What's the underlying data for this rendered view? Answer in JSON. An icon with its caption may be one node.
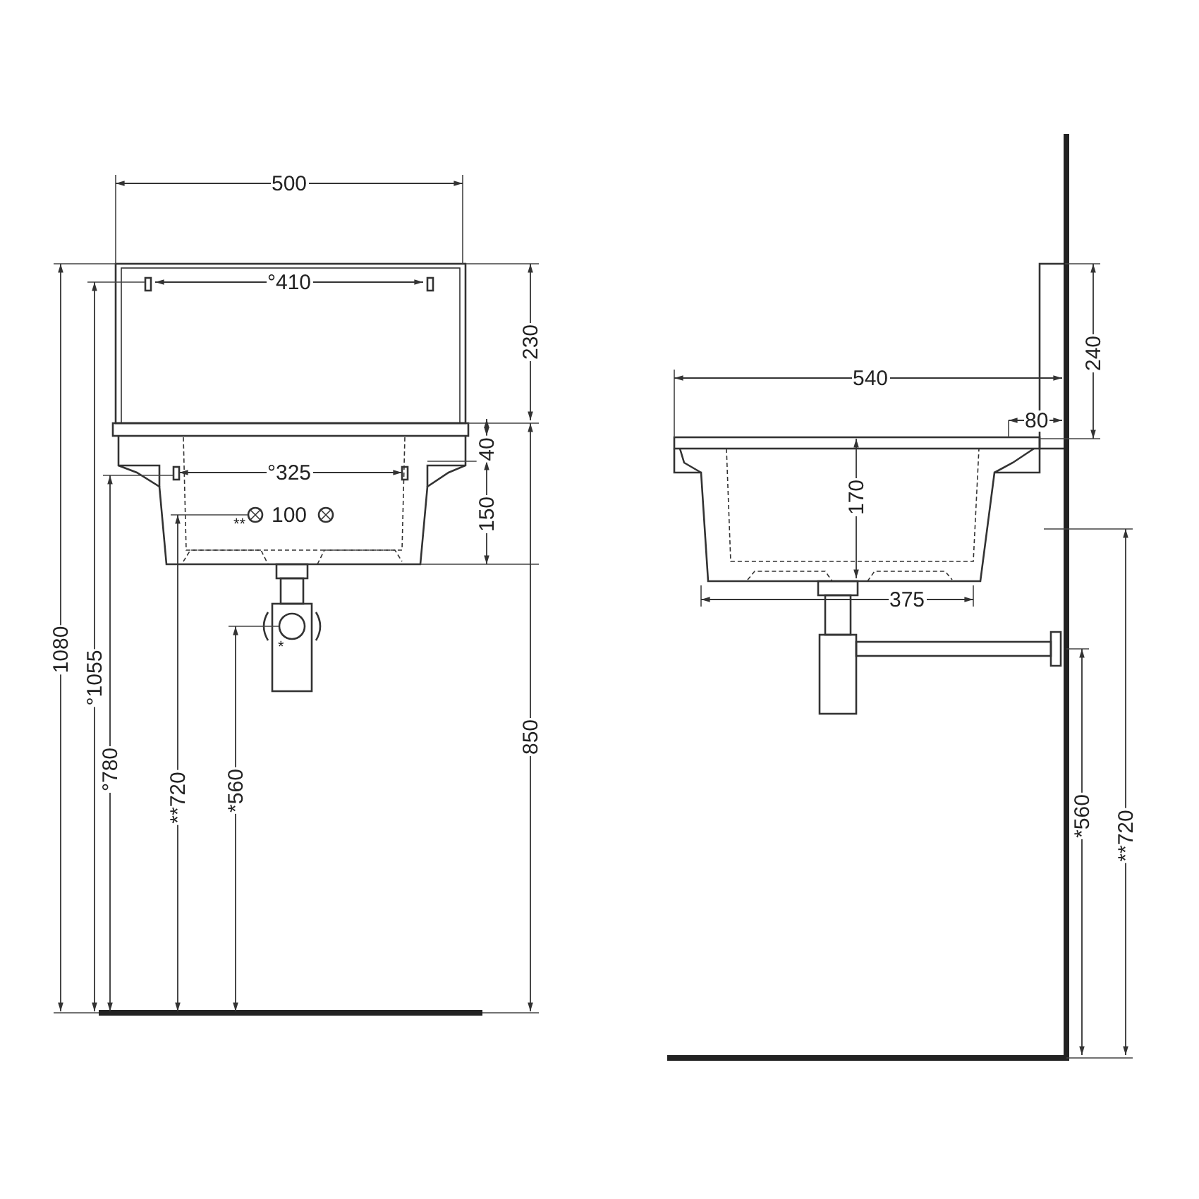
{
  "diagram": {
    "labels": [
      "500",
      "°410",
      "230",
      "40",
      "°325",
      "150",
      "**",
      "100",
      "*",
      "1080",
      "°1055",
      "°780",
      "**720",
      "*560",
      "850",
      "540",
      "240",
      "80",
      "170",
      "375",
      "*560",
      "**720"
    ]
  }
}
